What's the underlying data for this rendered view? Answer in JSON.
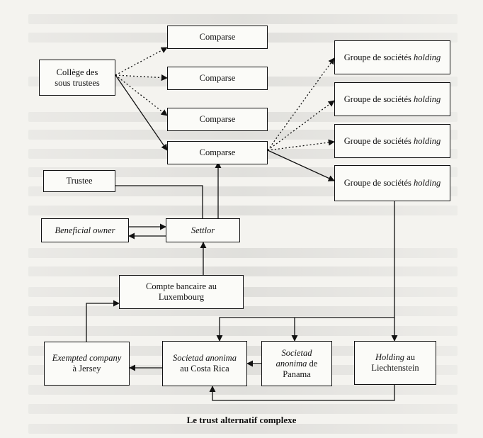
{
  "nodes": {
    "college": [
      "Collège des",
      "sous trustees"
    ],
    "comparse": "Comparse",
    "groupe_prefix": "Groupe de sociétés",
    "groupe_suffix": "holding",
    "trustee": "Trustee",
    "beneficial_owner": "Beneficial owner",
    "settlor": "Settlor",
    "compte": [
      "Compte bancaire au",
      "Luxembourg"
    ],
    "exempted": [
      "Exempted company",
      "à Jersey"
    ],
    "costa_rica": [
      "Societad anonima",
      "au Costa Rica"
    ],
    "panama": [
      "Societad",
      "anonima",
      "de",
      "Panama"
    ],
    "liechtenstein": [
      "Holding",
      "au",
      "Liechtenstein"
    ]
  },
  "caption": "Le trust alternatif complexe",
  "colors": {
    "line": "#111111",
    "box_border": "#111111",
    "paper": "#f4f3ef"
  }
}
